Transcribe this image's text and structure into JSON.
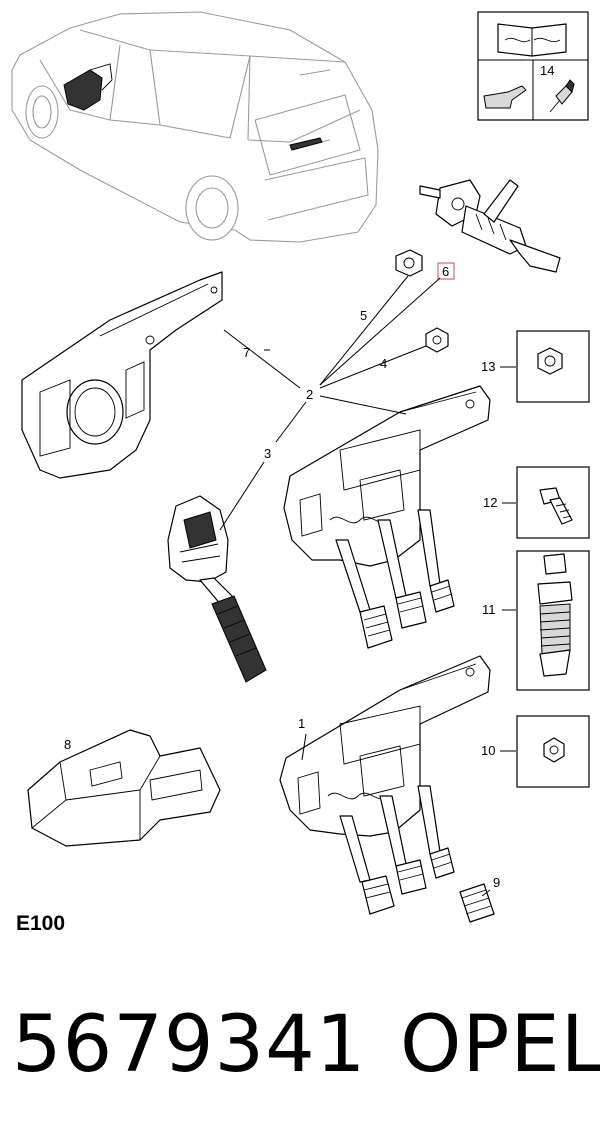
{
  "diagram": {
    "callouts": [
      "1",
      "2",
      "3",
      "4",
      "5",
      "6",
      "7",
      "8",
      "9",
      "10",
      "11",
      "12",
      "13",
      "14"
    ]
  },
  "footer": {
    "ref_label": "E100",
    "part_number": "5679341",
    "brand": "OPEL"
  }
}
